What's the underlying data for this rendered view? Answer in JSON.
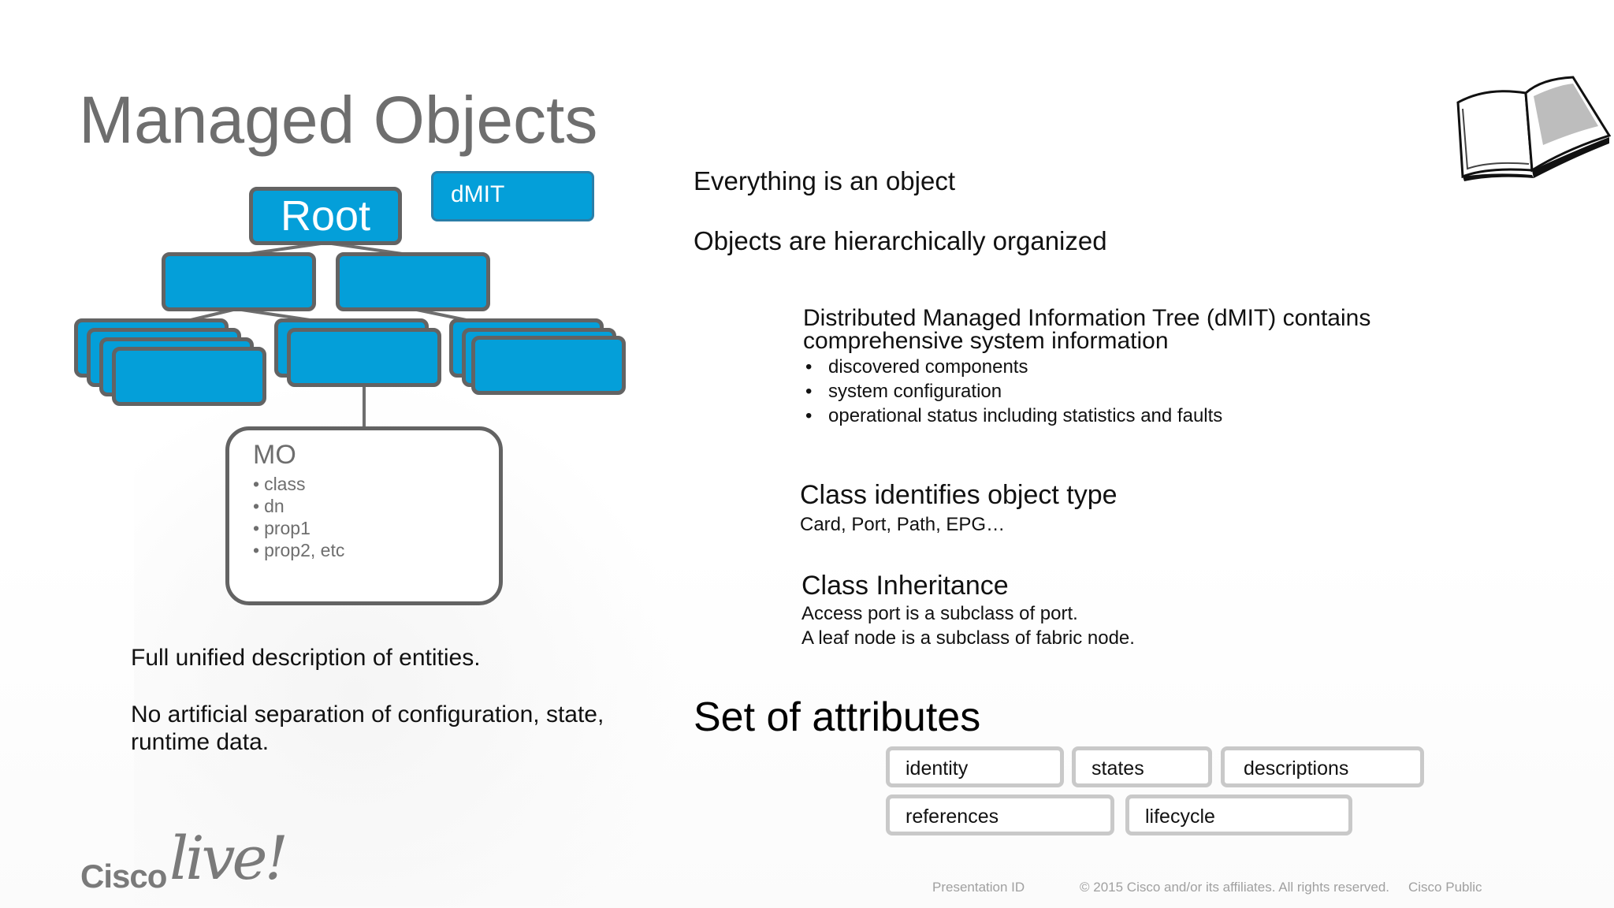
{
  "slide": {
    "title": "Managed Objects"
  },
  "diagram": {
    "root_label": "Root",
    "dmit_label": "dMIT",
    "mo": {
      "title": "MO",
      "props": [
        "class",
        "dn",
        "prop1",
        "prop2, etc"
      ]
    }
  },
  "left_notes": {
    "line1": "Full unified description of entities.",
    "line2a": "No artificial separation of configuration, state,",
    "line2b": "runtime data."
  },
  "right": {
    "point1": "Everything is an object",
    "point2": "Objects are hierarchically organized",
    "dmit_heading_1": "Distributed Managed Information Tree (dMIT) contains",
    "dmit_heading_2": "comprehensive system information",
    "dmit_bullets": [
      "discovered components",
      "system configuration",
      "operational status including statistics and faults"
    ],
    "class_heading": "Class identifies object type",
    "class_examples": "Card, Port, Path, EPG…",
    "inherit_heading": "Class Inheritance",
    "inherit_line1": "Access port is a subclass of port.",
    "inherit_line2": "A leaf node is a subclass of fabric node."
  },
  "attributes": {
    "title": "Set of attributes",
    "items": [
      "identity",
      "states",
      "descriptions",
      "references",
      "lifecycle"
    ]
  },
  "footer": {
    "presentation_id": "Presentation ID",
    "copyright": "© 2015  Cisco and/or its affiliates. All rights reserved.",
    "classification": "Cisco Public"
  },
  "logo": {
    "cisco": "Cisco",
    "live": "live!"
  },
  "colors": {
    "node_blue": "#049fd9",
    "node_border": "#636363",
    "title_gray": "#6e6e6e"
  },
  "icons": [
    "open-book-icon"
  ]
}
